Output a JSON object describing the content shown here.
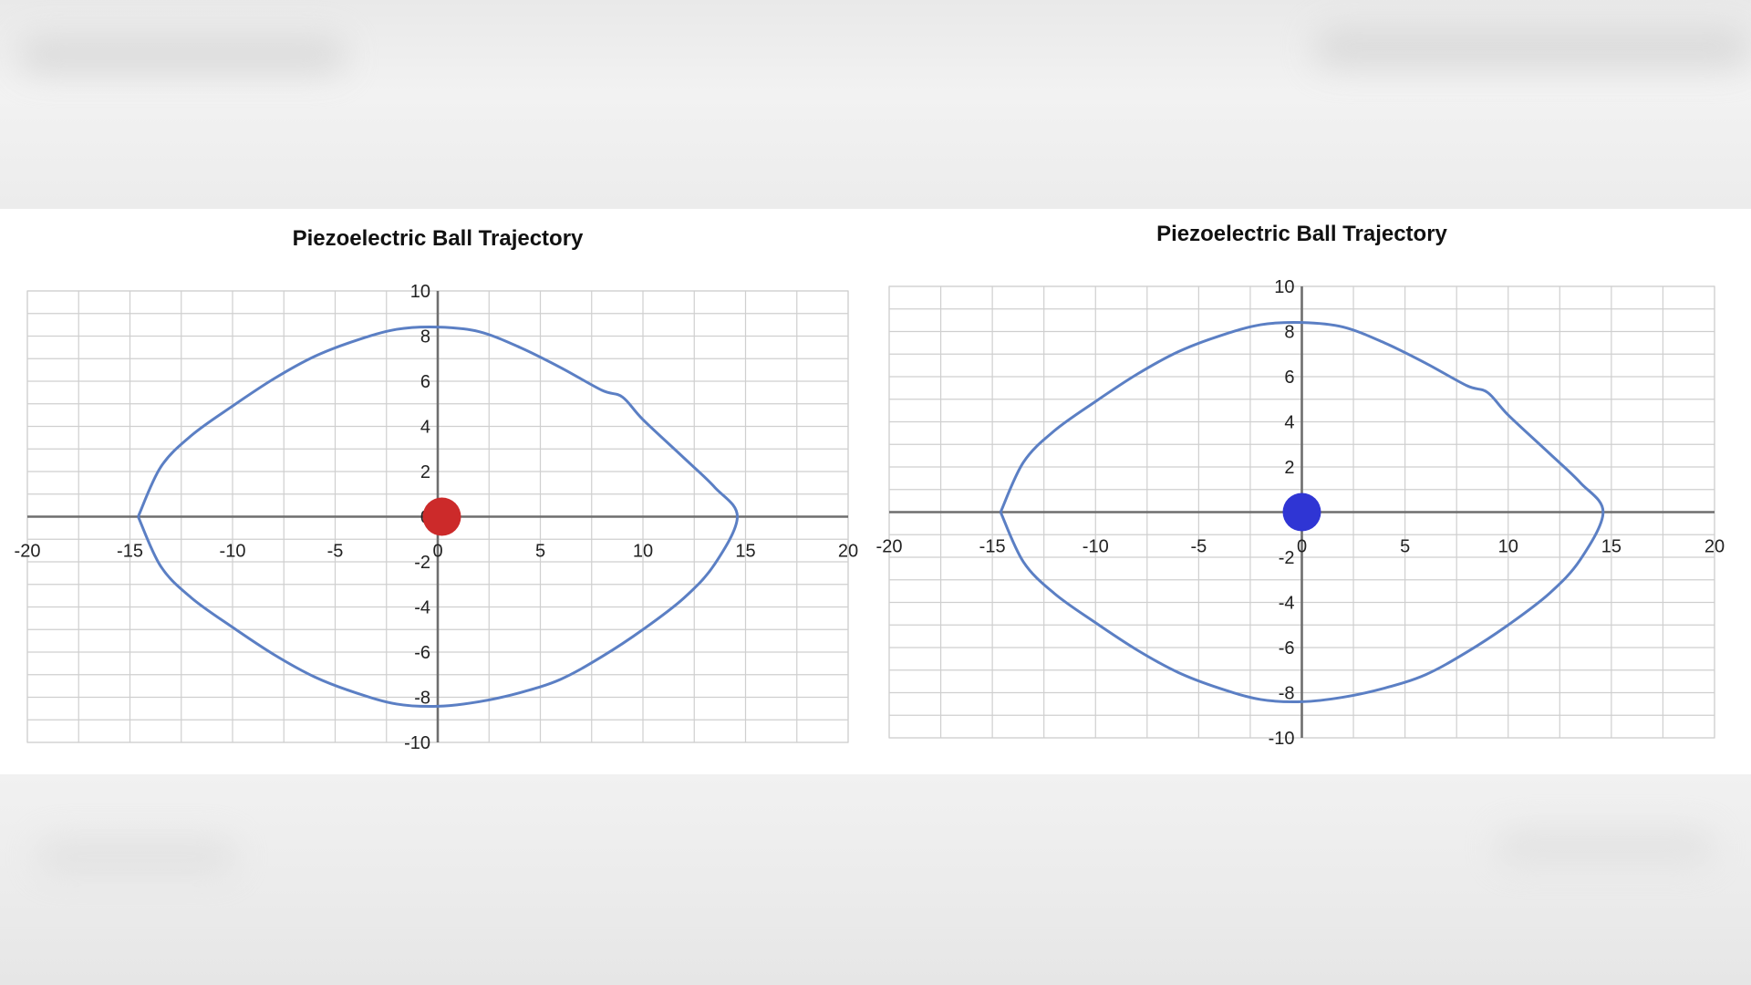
{
  "chart_data": [
    {
      "type": "line",
      "title": "Piezoelectric Ball Trajectory",
      "xlabel": "",
      "ylabel": "",
      "xlim": [
        -20,
        20
      ],
      "ylim": [
        -10,
        10
      ],
      "x_ticks": [
        "-20",
        "-15",
        "-10",
        "-5",
        "0",
        "5",
        "10",
        "15",
        "20"
      ],
      "y_ticks": [
        "10",
        "8",
        "6",
        "4",
        "2",
        "0",
        "-2",
        "-4",
        "-6",
        "-8",
        "-10"
      ],
      "grid": true,
      "legend": "none",
      "line_color": "#5b7fc4",
      "series": [
        {
          "x": [
            -14.6,
            -13.5,
            -12,
            -10,
            -8,
            -6,
            -4,
            -2,
            0,
            2,
            4,
            6,
            8,
            9,
            10,
            12,
            13.5,
            14.6,
            13.5,
            12,
            10,
            8,
            6,
            4,
            2,
            0,
            -2,
            -4,
            -6,
            -8,
            -10,
            -12,
            -13.5,
            -14.6
          ],
          "y": [
            0,
            2.2,
            3.6,
            4.9,
            6.1,
            7.1,
            7.8,
            8.3,
            8.4,
            8.2,
            7.5,
            6.6,
            5.6,
            5.3,
            4.3,
            2.6,
            1.3,
            0,
            -2.1,
            -3.6,
            -5,
            -6.2,
            -7.2,
            -7.8,
            -8.2,
            -8.4,
            -8.3,
            -7.8,
            -7.1,
            -6.1,
            -4.9,
            -3.6,
            -2.2,
            0
          ]
        }
      ],
      "marker": {
        "x": 0.2,
        "y": 0,
        "color": "#cc2a2a"
      }
    },
    {
      "type": "line",
      "title": "Piezoelectric Ball Trajectory",
      "xlabel": "",
      "ylabel": "",
      "xlim": [
        -20,
        20
      ],
      "ylim": [
        -10,
        10
      ],
      "x_ticks": [
        "-20",
        "-15",
        "-10",
        "-5",
        "0",
        "5",
        "10",
        "15",
        "20"
      ],
      "y_ticks": [
        "10",
        "8",
        "6",
        "4",
        "2",
        "0",
        "-2",
        "-4",
        "-6",
        "-8",
        "-10"
      ],
      "grid": true,
      "legend": "none",
      "line_color": "#5b7fc4",
      "series": [
        {
          "x": [
            -14.6,
            -13.5,
            -12,
            -10,
            -8,
            -6,
            -4,
            -2,
            0,
            2,
            4,
            6,
            8,
            9,
            10,
            12,
            13.5,
            14.6,
            13.5,
            12,
            10,
            8,
            6,
            4,
            2,
            0,
            -2,
            -4,
            -6,
            -8,
            -10,
            -12,
            -13.5,
            -14.6
          ],
          "y": [
            0,
            2.2,
            3.6,
            4.9,
            6.1,
            7.1,
            7.8,
            8.3,
            8.4,
            8.2,
            7.5,
            6.6,
            5.6,
            5.3,
            4.3,
            2.6,
            1.3,
            0,
            -2.1,
            -3.6,
            -5,
            -6.2,
            -7.2,
            -7.8,
            -8.2,
            -8.4,
            -8.3,
            -7.8,
            -7.1,
            -6.1,
            -4.9,
            -3.6,
            -2.2,
            0
          ]
        }
      ],
      "marker": {
        "x": 0,
        "y": 0,
        "color": "#2f35d4"
      }
    }
  ]
}
